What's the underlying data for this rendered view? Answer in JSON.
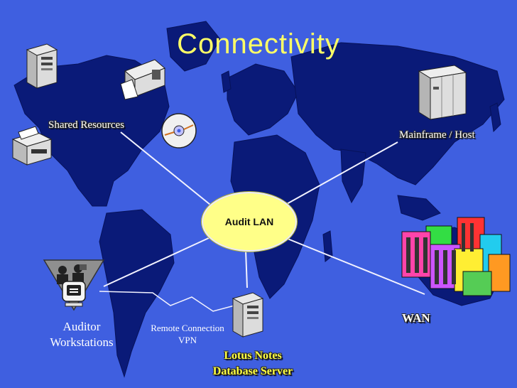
{
  "title": "Connectivity",
  "hub": {
    "label": "Audit LAN"
  },
  "nodes": {
    "shared_resources": "Shared Resources",
    "mainframe": "Mainframe / Host",
    "wan": "WAN",
    "auditor_line1": "Auditor",
    "auditor_line2": "Workstations",
    "remote_line1": "Remote Connection",
    "remote_line2": "VPN",
    "lotus_line1": "Lotus Notes",
    "lotus_line2": "Database Server"
  },
  "colors": {
    "background": "#3f5fe0",
    "land": "#0a1a78",
    "title": "#ffff66",
    "hub_fill": "#ffff88",
    "connector": "#f2f2ff"
  }
}
